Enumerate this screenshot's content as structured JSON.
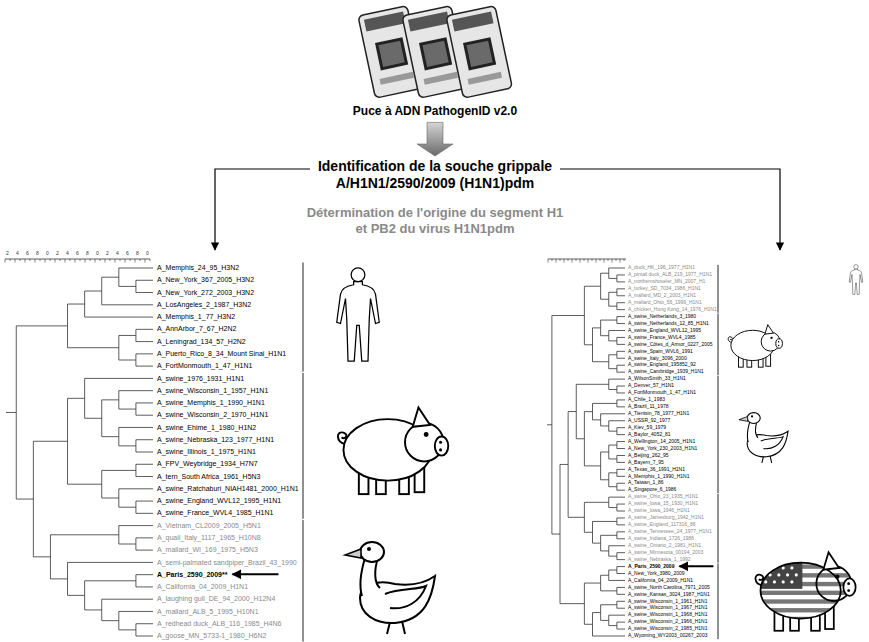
{
  "diagram": {
    "nodes": [
      {
        "text": [
          "Puce à ADN PathogenID v2.0"
        ]
      },
      {
        "text": [
          "Identification de la souche grippale A/H1N1/2590/2009 (H1N1)pdm"
        ]
      },
      {
        "text": [
          "A_Memphis_24_95_H3N2",
          "A_New_York_367_2005_H3N2",
          "A_New_York_272_2003_H3N2",
          "A_LosAngeles_2_1987_H3N2",
          "A_Memphis_1_77_H3N2",
          "A_AnnArbor_7_67_H2N2",
          "A_Leningrad_134_57_H2N2",
          "A_Puerto_Rico_8_34_Mount Sinai_H1N1",
          "A_FortMonmouth_1_47_H1N1",
          "A_swine_1976_1931_H1N1",
          "A_swine_Wisconsin_1_1957_H1N1",
          "A_swine_Memphis_1_1990_H1N1",
          "A_swine_Wisconsin_2_1970_H1N1",
          "A_swine_Ehime_1_1980_H1N2",
          "A_swine_Nebraska_123_1977_H1N1",
          "A_swine_Illinois_1_1975_H1N1",
          "A_FPV_Weybridge_1934_H7N7",
          "A_tern_South Africa_1961_H5N3",
          "A_swine_Ratchaburi_NIAH1481_2000_H1N1",
          "A_swine_England_WVL12_1995_H1N1",
          "A_swine_France_WVL4_1985_H1N1",
          "A_Vietnam_CL2009_2005_H5N1",
          "A_quail_Italy_1117_1965_H10N8",
          "A_mallard_WI_169_1975_H5N3",
          "A_semi-palmated sandpiper_Brazil_43_1990",
          "A_Paris_2590_2009**",
          "A_California_04_2009_H1N1",
          "A_laughing gull_DE_94_2000_H12N4",
          "A_mallard_ALB_5_1995_H10N1",
          "A_redhead duck_ALB_116_1985_H4N6",
          "A_goose_MN_5733-1_1980_H6N2"
        ]
      },
      {
        "text": [
          "A_duck_HK_196_1977_H1N1",
          "A_pintail duck_ALB_219_1977_H1N1",
          "A_northernshoveler_MN_2007_H1",
          "A_turkey_SD_7034_1986_H1N1",
          "A_mallard_MD_2_2003_H1N1",
          "A_mallard_Ohio_56_1999_H1N1",
          "A_chicken_Hong Kong_14_1976_H1N1",
          "A_swine_Netherlands_3_1980",
          "A_swine_Netherlands_12_85_H1N1",
          "A_swine_England_WVL12_1995",
          "A_swine_France_WVL4_1985",
          "A_swine_Côtes_d_Armor_0227_2005",
          "A_swine_Spain_WVL6_1991",
          "A_swine_Italy_3096_2000",
          "A_swine_England_195852_92",
          "A_swine_Cambridge_1939_H1N1",
          "A_WilsonSmith_33_H1N1",
          "A_Denver_57_H1N1",
          "A_FortMonmouth_1_47_H1N1",
          "A_Chile_1_1983",
          "A_Brazil_11_1978",
          "A_Tientsin_78_1977_H1N1",
          "A_USSR_92_1977",
          "A_Kiev_59_1979",
          "A_Baylor_4052_81",
          "A_Wellington_14_2005_H1N1",
          "A_New_York_230_2003_H1N1",
          "A_Beijing_262_95",
          "A_Bayern_7_95",
          "A_Texas_36_1991_H1N1",
          "A_Memphis_1_1990_H1N1",
          "A_Taiwan_1_86",
          "A_Singapore_6_1986",
          "A_swine_Ohio_23_1935_H1N1",
          "A_swine_Iowa_15_1930_H1N1",
          "A_swine_Iowa_1946_H1N1",
          "A_swine_Jamesburg_1942_H1N1",
          "A_swine_England_117316_86",
          "A_swine_Tennessee_24_1977_H1N1",
          "A_swine_Indiana_1726_1988",
          "A_swine_Ontario_2_1981_H1N1",
          "A_swine_Minnesota_00194_2003",
          "A_swine_Nebraska_1_1992",
          "A_Paris_2590_2009",
          "A_New_York_3980_2009",
          "A_California_04_2009_H1N1",
          "A_swine_North Carolina_7971_2005",
          "A_swine_Kansas_3024_1987_H1N1",
          "A_swine_Wisconsin_1_1961_H1N1",
          "A_swine_Wisconsin_1_1967_H1N1",
          "A_swine_Wisconsin_1_1968_H1N1",
          "A_swine_Wisconsin_2_1966_H1N1",
          "A_swine_Wisconsin_2_1985_H1N1",
          "A_Wyoming_WY2003_00267_2003"
        ]
      }
    ],
    "edges": [
      {
        "from": 0,
        "to": 1,
        "arrow": "to"
      },
      {
        "from": 1,
        "to": 2,
        "arrow": "to"
      },
      {
        "from": 1,
        "to": 3,
        "arrow": "to"
      }
    ],
    "labels": [
      "Détermination de l'origine du segment H1 et PB2 du virus H1N1pdm",
      "2",
      "4",
      "6",
      "8",
      "0",
      "2",
      "4",
      "6",
      "8",
      "0",
      "2",
      "4",
      "6",
      "8",
      "0"
    ]
  }
}
